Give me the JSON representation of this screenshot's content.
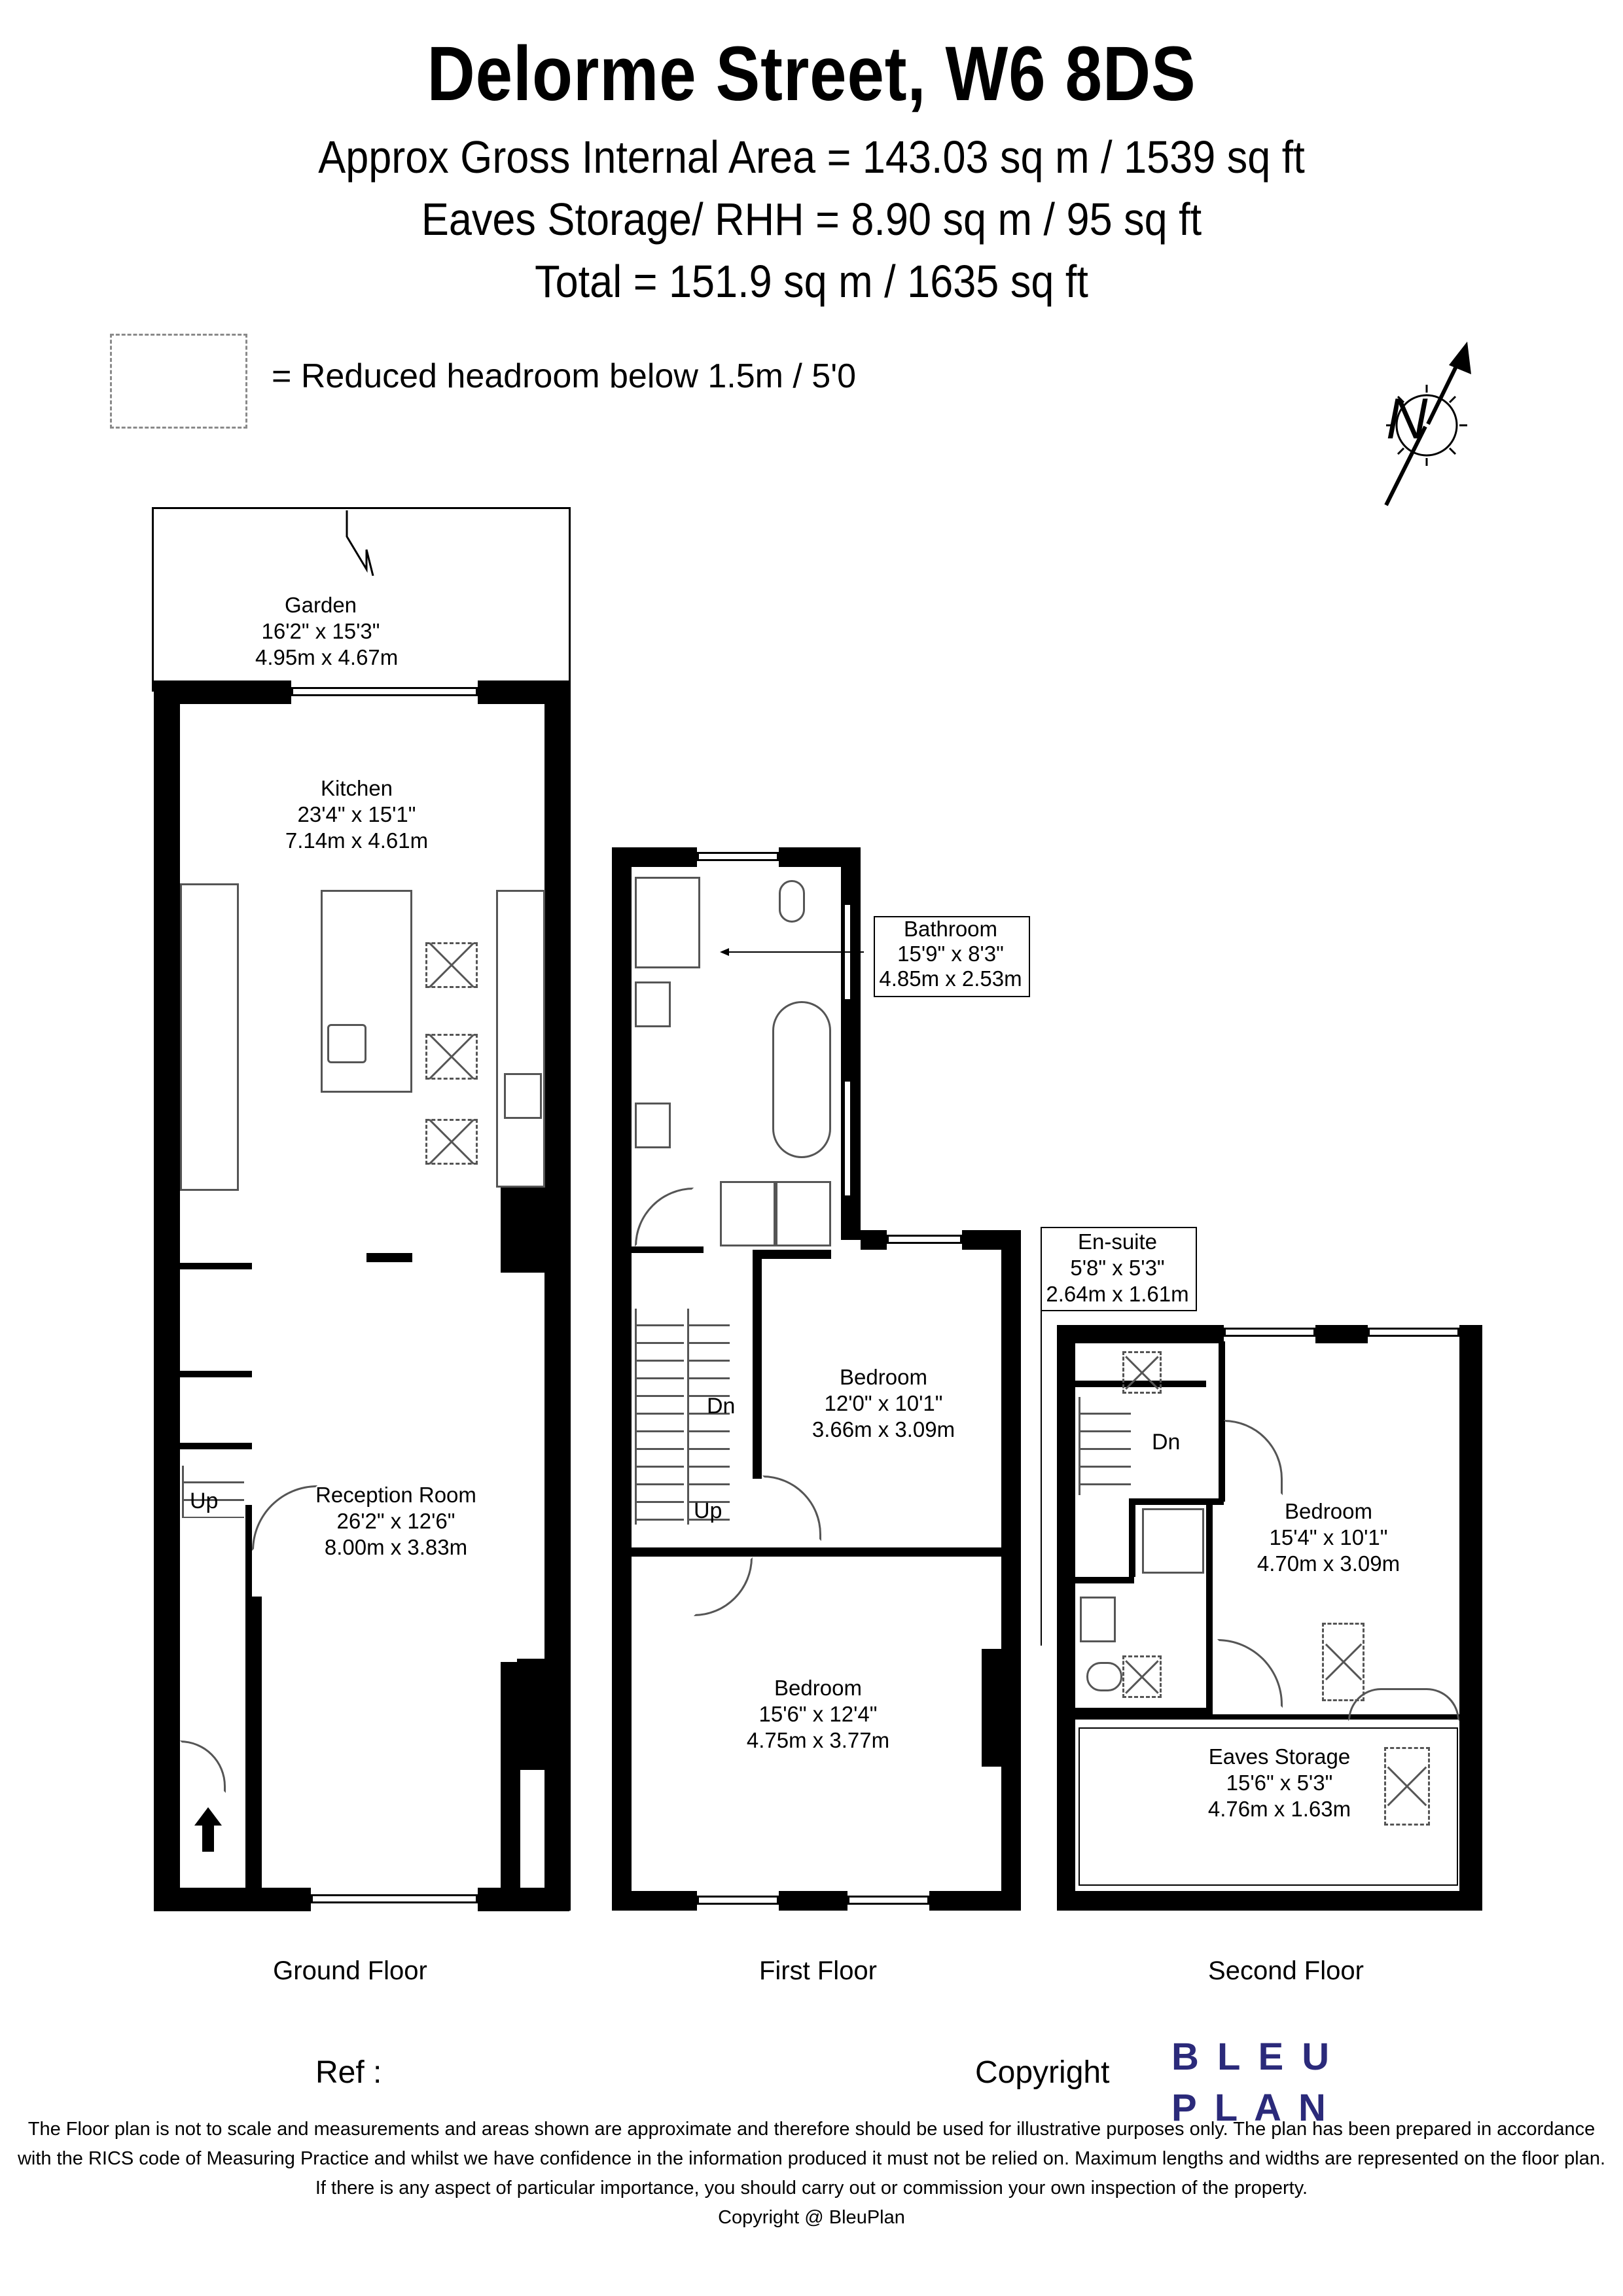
{
  "header": {
    "title": "Delorme Street, W6 8DS",
    "gross_area": "Approx Gross Internal Area = 143.03 sq m / 1539 sq ft",
    "eaves_area": "Eaves Storage/ RHH = 8.90 sq m / 95 sq ft",
    "total_area": "Total = 151.9 sq m / 1635 sq ft"
  },
  "legend": {
    "text": "= Reduced headroom below 1.5m / 5'0"
  },
  "compass": {
    "letter": "N"
  },
  "ground_floor": {
    "label": "Ground Floor",
    "garden": {
      "name": "Garden",
      "imperial": "16'2\" x 15'3\"",
      "metric": "4.95m x 4.67m"
    },
    "kitchen": {
      "name": "Kitchen",
      "imperial": "23'4\" x 15'1\"",
      "metric": "7.14m x 4.61m"
    },
    "reception": {
      "name": "Reception Room",
      "imperial": "26'2\" x 12'6\"",
      "metric": "8.00m x 3.83m"
    },
    "stairs_up": "Up"
  },
  "first_floor": {
    "label": "First Floor",
    "bathroom": {
      "name": "Bathroom",
      "imperial": "15'9\" x 8'3\"",
      "metric": "4.85m x 2.53m"
    },
    "bedroom_rear": {
      "name": "Bedroom",
      "imperial": "12'0\" x 10'1\"",
      "metric": "3.66m x 3.09m"
    },
    "bedroom_front": {
      "name": "Bedroom",
      "imperial": "15'6\" x 12'4\"",
      "metric": "4.75m x 3.77m"
    },
    "stairs_down": "Dn",
    "stairs_up": "Up"
  },
  "second_floor": {
    "label": "Second Floor",
    "ensuite": {
      "name": "En-suite",
      "imperial": "5'8\" x 5'3\"",
      "metric": "2.64m x 1.61m"
    },
    "bedroom": {
      "name": "Bedroom",
      "imperial": "15'4\" x 10'1\"",
      "metric": "4.70m x 3.09m"
    },
    "eaves": {
      "name": "Eaves Storage",
      "imperial": "15'6\" x 5'3\"",
      "metric": "4.76m x 1.63m"
    },
    "stairs_down": "Dn"
  },
  "footer": {
    "ref_label": "Ref  :",
    "copyright_label": "Copyright",
    "brand_line1": "B L E U",
    "brand_line2": "P L A N",
    "brand_color": "#2b2a7a",
    "disclaimer_1": "The Floor plan is not to scale and measurements and areas shown are approximate and therefore should be used for illustrative purposes only. The plan has been prepared in accordance",
    "disclaimer_2": "with the RICS code of Measuring Practice and whilst we have confidence in the information produced it must not be relied on. Maximum lengths and widths are represented on the floor plan.",
    "disclaimer_3": "If there is any aspect of particular importance, you should carry out or commission your own inspection of the property.",
    "disclaimer_4": "Copyright @ BleuPlan"
  }
}
